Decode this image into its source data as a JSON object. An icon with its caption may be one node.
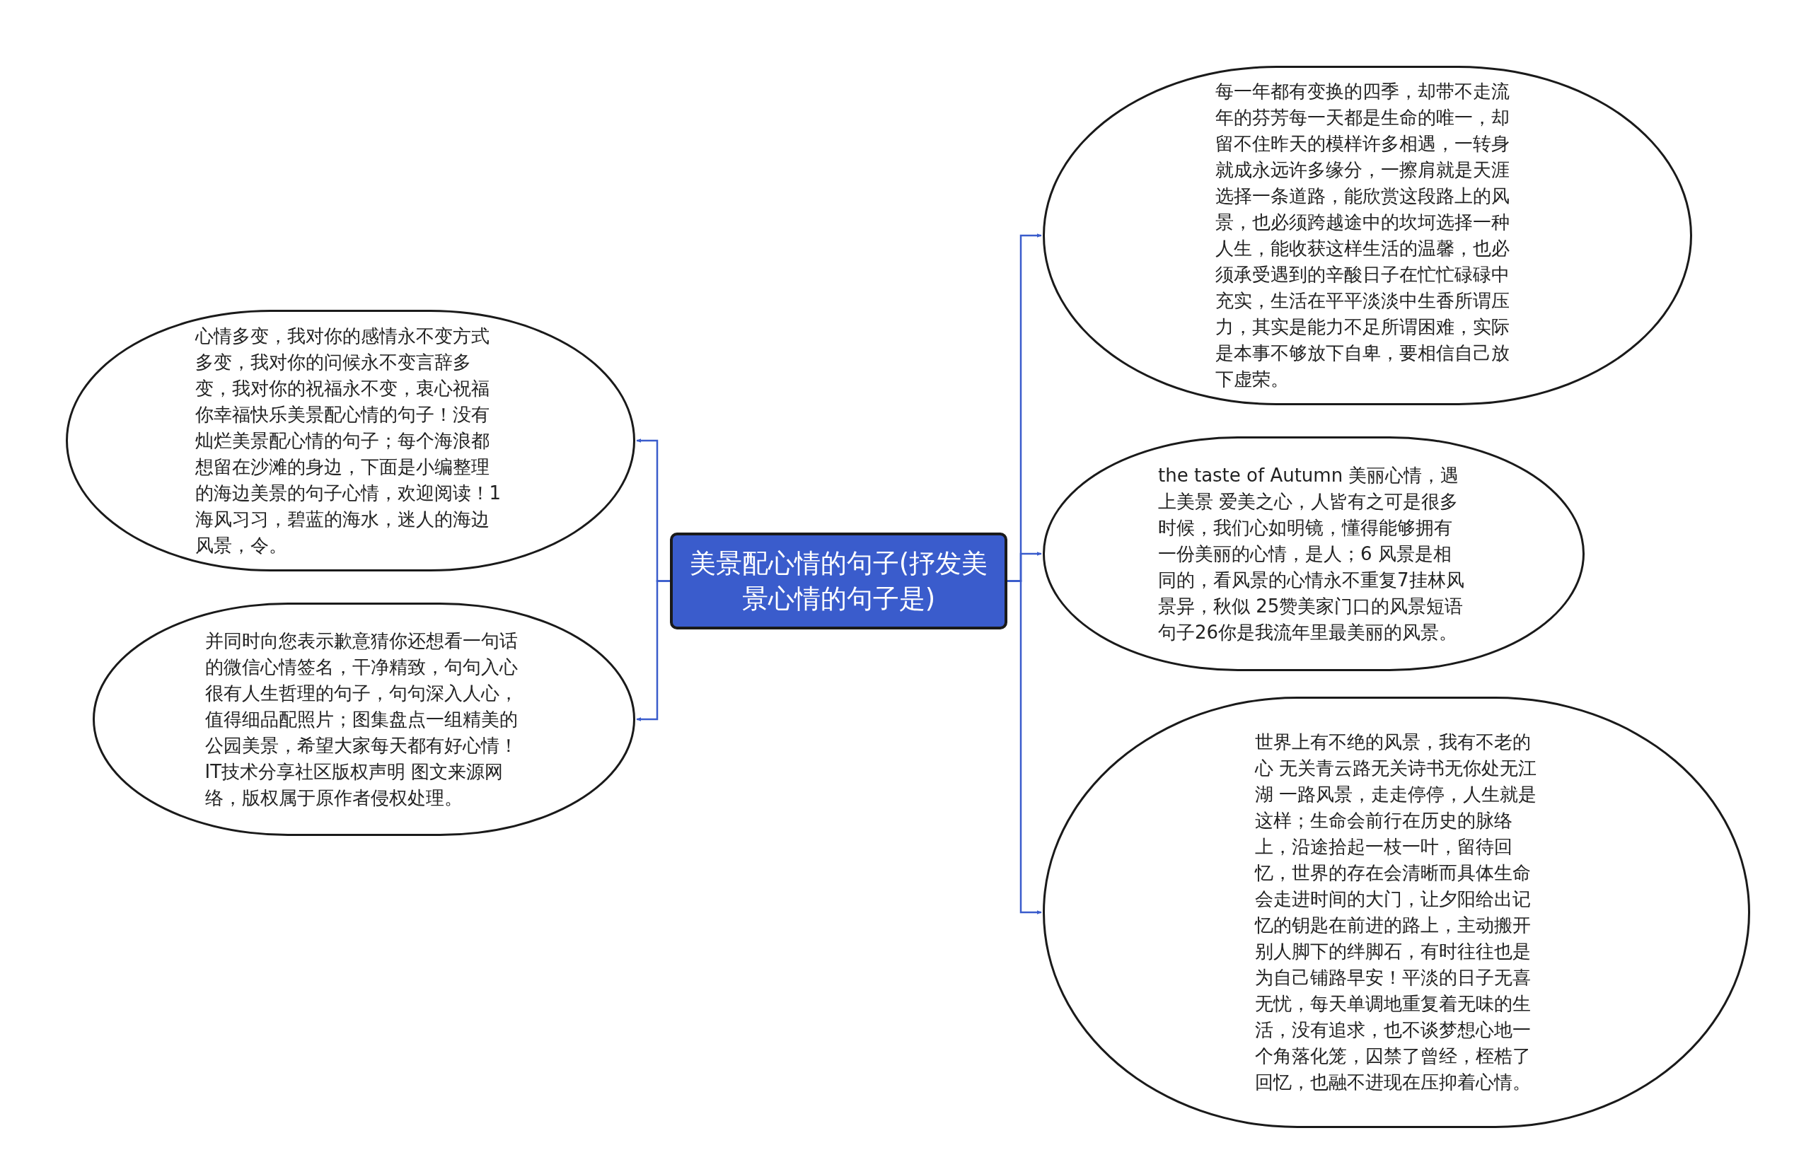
{
  "diagram": {
    "nodes": [
      {
        "text": [
          "美景配心情的句子(抒发美景心情的句子是)"
        ]
      },
      {
        "text": [
          "心情多变，我对你的感情永不变方式多变，我对你的问候永不变言辞多变，我对你的祝福永不变，衷心祝福你幸福快乐美景配心情的句子！没有灿烂美景配心情的句子；每个海浪都想留在沙滩的身边，下面是小编整理的海边美景的句子心情，欢迎阅读！1海风习习，碧蓝的海水，迷人的海边风景，令。"
        ]
      },
      {
        "text": [
          "并同时向您表示歉意猜你还想看一句话的微信心情签名，干净精致，句句入心很有人生哲理的句子，句句深入人心，值得细品配照片；图集盘点一组精美的公园美景，希望大家每天都有好心情！IT技术分享社区版权声明 图文来源网络，版权属于原作者侵权处理。"
        ]
      },
      {
        "text": [
          "每一年都有变换的四季，却带不走流年的芬芳每一天都是生命的唯一，却留不住昨天的模样许多相遇，一转身就成永远许多缘分，一擦肩就是天涯选择一条道路，能欣赏这段路上的风景，也必须跨越途中的坎坷选择一种人生，能收获这样生活的温馨，也必须承受遇到的辛酸日子在忙忙碌碌中充实，生活在平平淡淡中生香所谓压力，其实是能力不足所谓困难，实际是本事不够放下自卑，要相信自己放下虚荣。"
        ]
      },
      {
        "text": [
          "the taste of Autumn 美丽心情，遇上美景 爱美之心，人皆有之可是很多时候，我们心如明镜，懂得能够拥有一份美丽的心情，是人；6 风景是相同的，看风景的心情永不重复7挂林风景异，秋似 25赞美家门口的风景短语句子26你是我流年里最美丽的风景。"
        ]
      },
      {
        "text": [
          "世界上有不绝的风景，我有不老的心 无关青云路无关诗书无你处无江湖 一路风景，走走停停，人生就是这样；生命会前行在历史的脉络上，沿途拾起一枝一叶，留待回忆，世界的存在会清晰而具体生命会走进时间的大门，让夕阳给出记忆的钥匙在前进的路上，主动搬开别人脚下的绊脚石，有时往往也是为自己铺路早安！平淡的日子无喜无忧，每天单调地重复着无味的生活，没有追求，也不谈梦想心地一个角落化笼，囚禁了曾经，桎梏了回忆，也融不进现在压抑着心情。"
        ]
      }
    ],
    "edges": [
      {
        "from": 0,
        "to": 1,
        "arrow": "to"
      },
      {
        "from": 0,
        "to": 2,
        "arrow": "to"
      },
      {
        "from": 0,
        "to": 3,
        "arrow": "to"
      },
      {
        "from": 0,
        "to": 4,
        "arrow": "to"
      },
      {
        "from": 0,
        "to": 5,
        "arrow": "to"
      }
    ]
  }
}
